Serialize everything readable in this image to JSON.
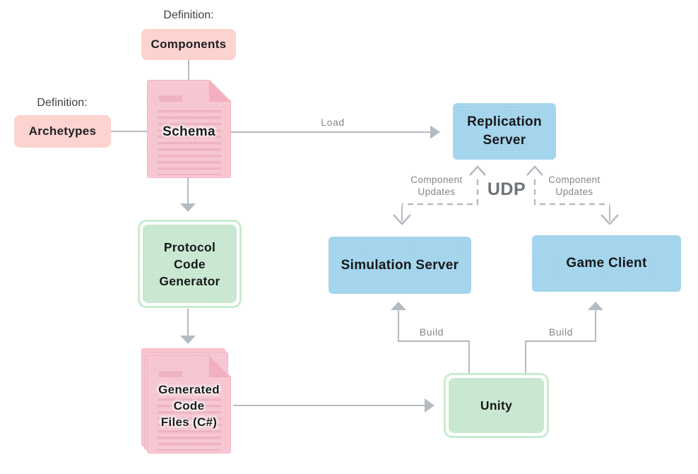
{
  "definitions": {
    "components": {
      "caption": "Definition:",
      "label": "Components"
    },
    "archetypes": {
      "caption": "Definition:",
      "label": "Archetypes"
    }
  },
  "nodes": {
    "schema": {
      "label": "Schema"
    },
    "protocol_generator": {
      "line1": "Protocol",
      "line2": "Code",
      "line3": "Generator"
    },
    "generated_files": {
      "line1": "Generated",
      "line2": "Code",
      "line3": "Files (C#)"
    },
    "replication_server": {
      "line1": "Replication",
      "line2": "Server"
    },
    "simulation_server": {
      "label": "Simulation Server"
    },
    "game_client": {
      "label": "Game Client"
    },
    "unity": {
      "label": "Unity"
    }
  },
  "edges": {
    "load": {
      "label": "Load"
    },
    "udp": {
      "label": "UDP"
    },
    "component_updates_left": {
      "line1": "Component",
      "line2": "Updates"
    },
    "component_updates_right": {
      "line1": "Component",
      "line2": "Updates"
    },
    "build_left": {
      "label": "Build"
    },
    "build_right": {
      "label": "Build"
    }
  },
  "colors": {
    "pink_box": "#fcd3ce",
    "doc_fill": "#f8c9d3",
    "doc_edge": "#f4b3c2",
    "doc_fold": "#f2afc0",
    "doc_line": "#eeb3c2",
    "blue_box": "#a6d7ee",
    "green_fill": "#cbe9d3",
    "green_ring": "#c8eccf",
    "connector": "#b4bbc1",
    "label_gray": "#82878c",
    "udp_gray": "#6e7378"
  }
}
